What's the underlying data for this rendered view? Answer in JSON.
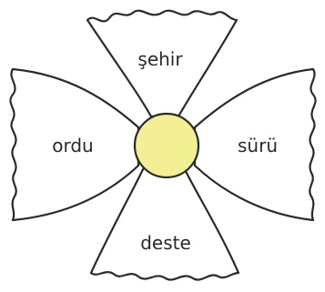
{
  "petals": {
    "top": "şehir",
    "left": "ordu",
    "right": "sürü",
    "bottom": "deste"
  },
  "colors": {
    "outline": "#2a2a2a",
    "petal_fill": "#ffffff",
    "center_fill": "#f3ef93"
  }
}
